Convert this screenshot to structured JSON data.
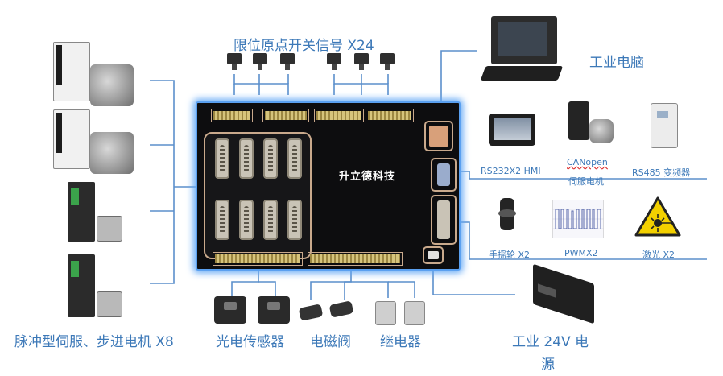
{
  "board": {
    "brand": "升立德科技"
  },
  "labels": {
    "limit_switches": "限位原点开关信号 X24",
    "industrial_pc": "工业电脑",
    "hmi": "RS232X2 HMI",
    "canopen_servo_line1": "CANopen",
    "canopen_servo_line2": "伺服电机",
    "vfd": "RS485 变频器",
    "handwheel": "手摇轮 X2",
    "pwm": "PWMX2",
    "laser": "激光 X2",
    "power_line1": "工业 24V 电",
    "power_line2": "源",
    "motors": "脉冲型伺服、步进电机 X8",
    "photo_sensor": "光电传感器",
    "solenoid_valve": "电磁阀",
    "relay": "继电器"
  },
  "colors": {
    "label": "#3d79b8",
    "wire": "#5b8fcc",
    "board_glow": "#5aa0f0",
    "port_outline": "#c9a98c",
    "laser_sign": "#f3d000"
  },
  "icons": [
    "industrial-pc-icon",
    "hmi-touchscreen-icon",
    "canopen-servo-icon",
    "vfd-icon",
    "handwheel-icon",
    "pwm-waveform-icon",
    "laser-warning-icon",
    "power-supply-icon",
    "servo-motor-icon",
    "stepper-motor-icon",
    "photo-sensor-icon",
    "solenoid-valve-icon",
    "relay-icon",
    "limit-switch-icon"
  ]
}
